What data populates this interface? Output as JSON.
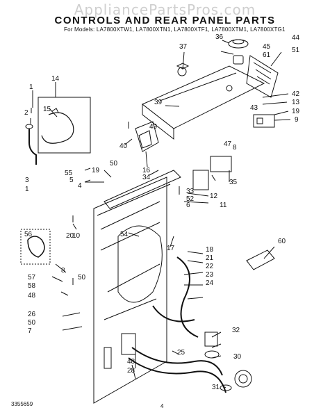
{
  "watermark": "AppliancePartsPros.com",
  "title": "CONTROLS AND REAR PANEL PARTS",
  "subtitle": "For Models: LA7800XTW1, LA7800XTN1, LA7800XTF1, LA7800XTM1, LA7800XTG1",
  "footer": {
    "doc_number": "3355659",
    "page": "4"
  },
  "callouts": [
    "1",
    "14",
    "15",
    "37",
    "36",
    "44",
    "45",
    "61",
    "51",
    "39",
    "43",
    "42",
    "13",
    "19",
    "9",
    "8",
    "49",
    "2",
    "3",
    "1",
    "40",
    "16",
    "34",
    "47",
    "55",
    "19",
    "50",
    "5",
    "20",
    "4",
    "33",
    "52",
    "6",
    "12",
    "35",
    "11",
    "10",
    "60",
    "56",
    "8",
    "57",
    "58",
    "48",
    "50",
    "54",
    "17",
    "18",
    "21",
    "22",
    "23",
    "26",
    "50",
    "7",
    "24",
    "25",
    "32",
    "30",
    "48",
    "28",
    "31"
  ]
}
